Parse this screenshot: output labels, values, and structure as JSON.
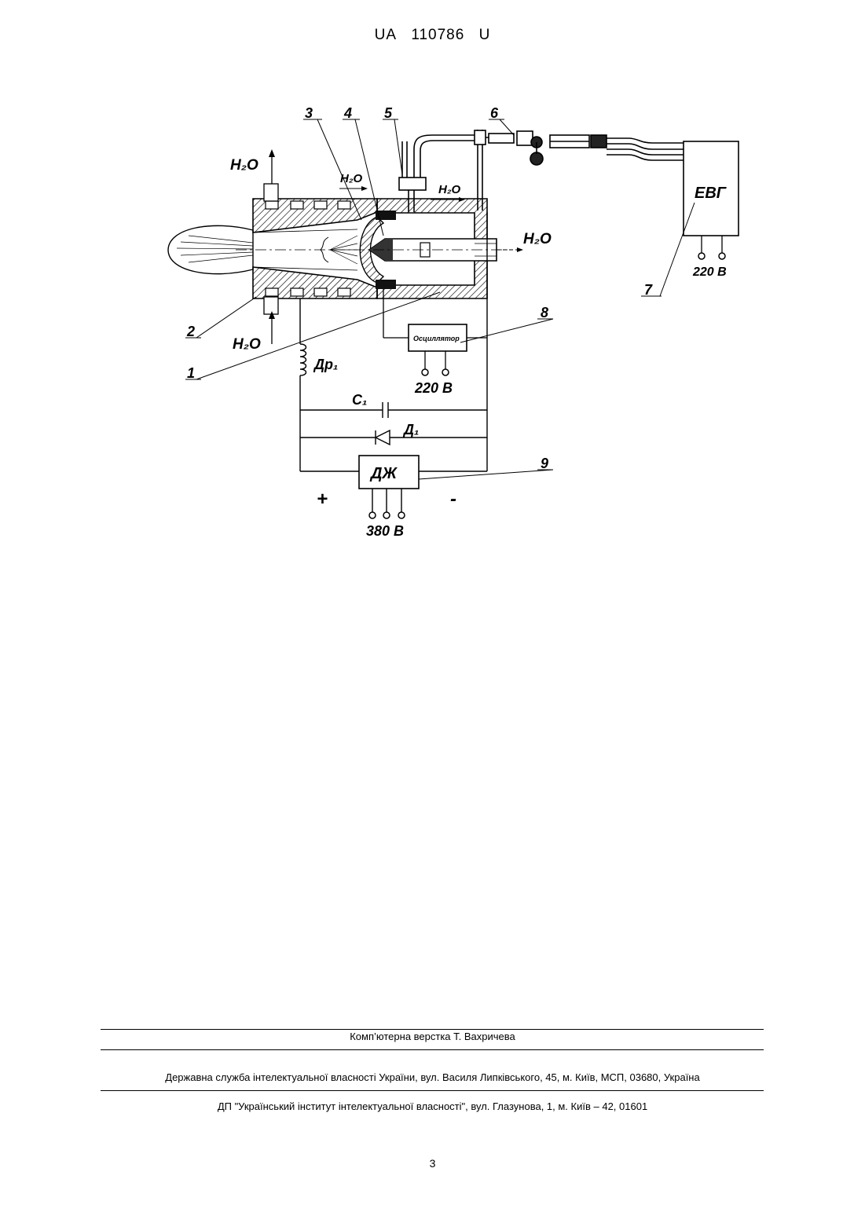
{
  "header": {
    "country": "UA",
    "number": "110786",
    "kind": "U"
  },
  "figure": {
    "callouts": [
      "1",
      "2",
      "3",
      "4",
      "5",
      "6",
      "7",
      "8",
      "9"
    ],
    "water_labels": [
      "H₂O",
      "H₂O",
      "H₂O",
      "H₂O",
      "H₂O"
    ],
    "evg_label": "ЕВГ",
    "oscillator_label": "Осциллятор",
    "power_supply_label": "ДЖ",
    "choke_label": "Др₁",
    "capacitor_label": "C₁",
    "diode_label": "Д₁",
    "voltage_evg": "220 В",
    "voltage_oscillator": "220 В",
    "voltage_supply": "380 В",
    "plus_sign": "+",
    "minus_sign": "-"
  },
  "footer": {
    "typesetting": "Комп’ютерна верстка Т. Вахричева",
    "agency": "Державна служба інтелектуальної власності України, вул. Василя Липківського, 45, м. Київ, МСП, 03680, Україна",
    "institute": "ДП \"Український інститут інтелектуальної власності\", вул. Глазунова, 1, м. Київ – 42, 01601"
  },
  "page_number": "3"
}
